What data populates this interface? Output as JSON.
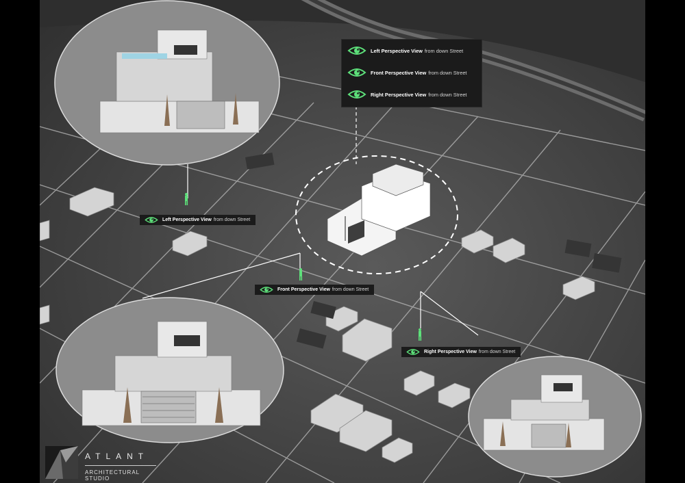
{
  "legend": [
    {
      "strong": "Left Perspective View",
      "light": "from down Street"
    },
    {
      "strong": "Front Perspective View",
      "light": "from down Street"
    },
    {
      "strong": "Right Perspective View",
      "light": "from down Street"
    }
  ],
  "labels": {
    "left": {
      "strong": "Left Perspective View",
      "light": "from down Street"
    },
    "front": {
      "strong": "Front Perspective View",
      "light": "from down Street"
    },
    "right": {
      "strong": "Right Perspective View",
      "light": "from down Street"
    }
  },
  "logo": {
    "name": "ATLANT",
    "subtitle": "ARCHITECTURAL STUDIO"
  },
  "colors": {
    "accent": "#5de07a",
    "panel": "#1b1b1b",
    "map": "#4a4a4a",
    "bubble": "#8c8c8c"
  },
  "icons": {
    "eye": "eye-icon",
    "person": "person-icon"
  }
}
